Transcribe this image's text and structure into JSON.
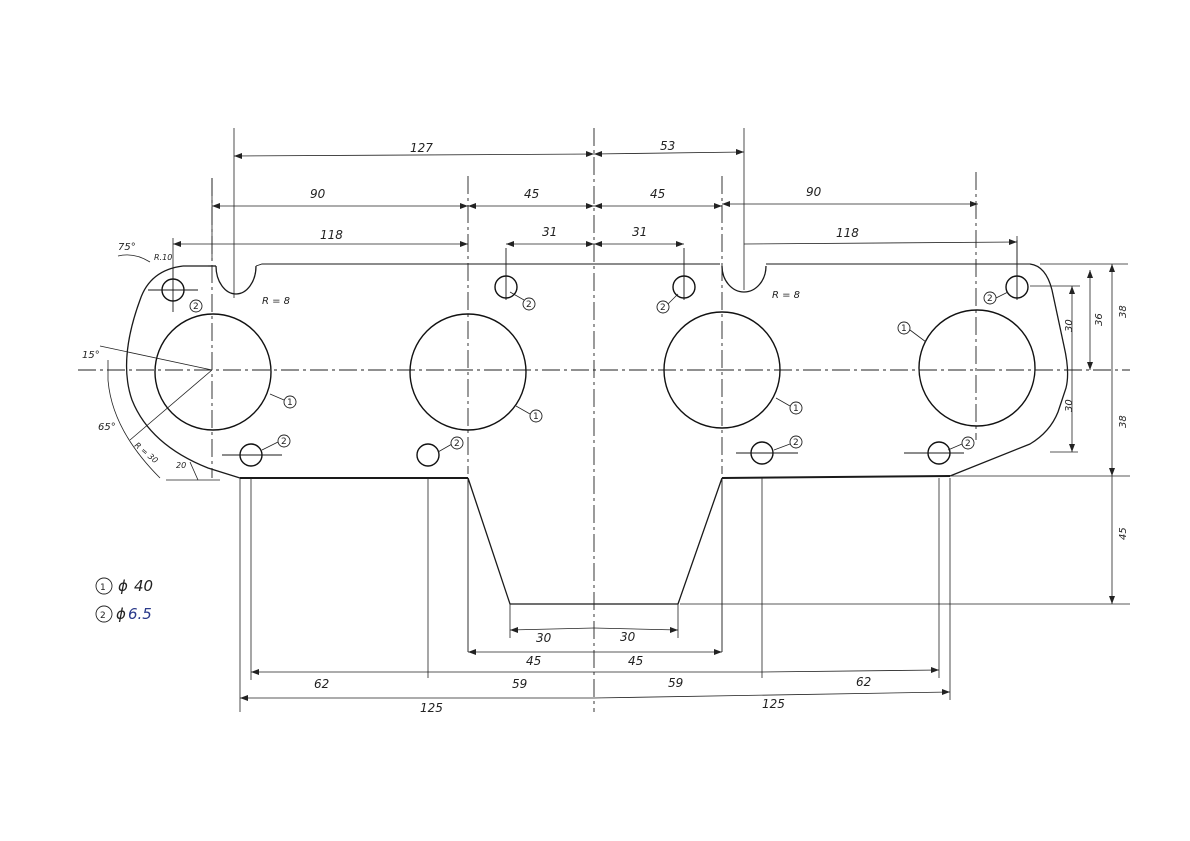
{
  "dims": {
    "d127": "127",
    "d53": "53",
    "d90a": "90",
    "d45a": "45",
    "d45b": "45",
    "d90b": "90",
    "d118a": "118",
    "d31a": "31",
    "d31b": "31",
    "d118b": "118",
    "d30a": "30",
    "d30b": "30",
    "d45c": "45",
    "d45d": "45",
    "d62a": "62",
    "d59a": "59",
    "d59b": "59",
    "d62b": "62",
    "d125a": "125",
    "d125b": "125",
    "r30v": "30",
    "r36v": "36",
    "r38a": "38",
    "r30w": "30",
    "r38b": "38",
    "r45": "45"
  },
  "notes": {
    "r8_left": "R = 8",
    "r8_right": "R = 8",
    "r10": "R.10",
    "r30": "R = 30",
    "a75": "75°",
    "a15": "15°",
    "a65": "65°",
    "d20": "20"
  },
  "balloons": {
    "one": "1",
    "two": "2"
  },
  "legend": {
    "item1_num": "1",
    "item1_symbol": "ϕ",
    "item1_value": "40",
    "item2_num": "2",
    "item2_symbol": "ϕ",
    "item2_value": "6.5",
    "item2_value_color": "#2a3a8a"
  }
}
